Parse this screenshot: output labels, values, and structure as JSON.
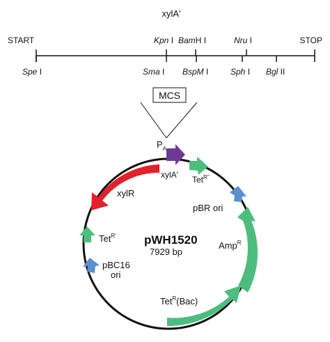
{
  "map": {
    "gene_title": "xylA'",
    "start_label": "START",
    "stop_label": "STOP",
    "top_sites": [
      {
        "italic": "Kpn",
        "roman": " I"
      },
      {
        "italic": "Bam",
        "roman": "H I"
      },
      {
        "italic": "Nru",
        "roman": " I"
      }
    ],
    "bottom_sites": [
      {
        "italic": "Spe",
        "roman": " I"
      },
      {
        "italic": "Sma",
        "roman": " I"
      },
      {
        "italic": "BspM",
        "roman": " I"
      },
      {
        "italic": "Sph",
        "roman": " I"
      },
      {
        "italic": "Bgl",
        "roman": " II"
      }
    ],
    "mcs_label": "MCS"
  },
  "plasmid": {
    "name": "pWH1520",
    "size": "7929 bp",
    "promoter": {
      "main": "P",
      "sub": "A"
    },
    "features": {
      "xylA": "xylA'",
      "tet_r_double": {
        "main": "Tet",
        "sup": "R''"
      },
      "pbr_ori": "pBR ori",
      "amp_r": {
        "main": "Amp",
        "sup": "R"
      },
      "tet_r_bac": {
        "main": "Tet",
        "sup": "R",
        "rest": "(Bac)"
      },
      "pbc16_ori_line1": "pBC16",
      "pbc16_ori_line2": "ori",
      "tet_r_single": {
        "main": "Tet",
        "sup": "R'"
      },
      "xylR": "xylR"
    }
  },
  "colors": {
    "xylR": "#e3202b",
    "xylA": "#6c3a94",
    "green": "#4dbd7d",
    "ori": "#5a8fd0",
    "line": "#111111"
  }
}
